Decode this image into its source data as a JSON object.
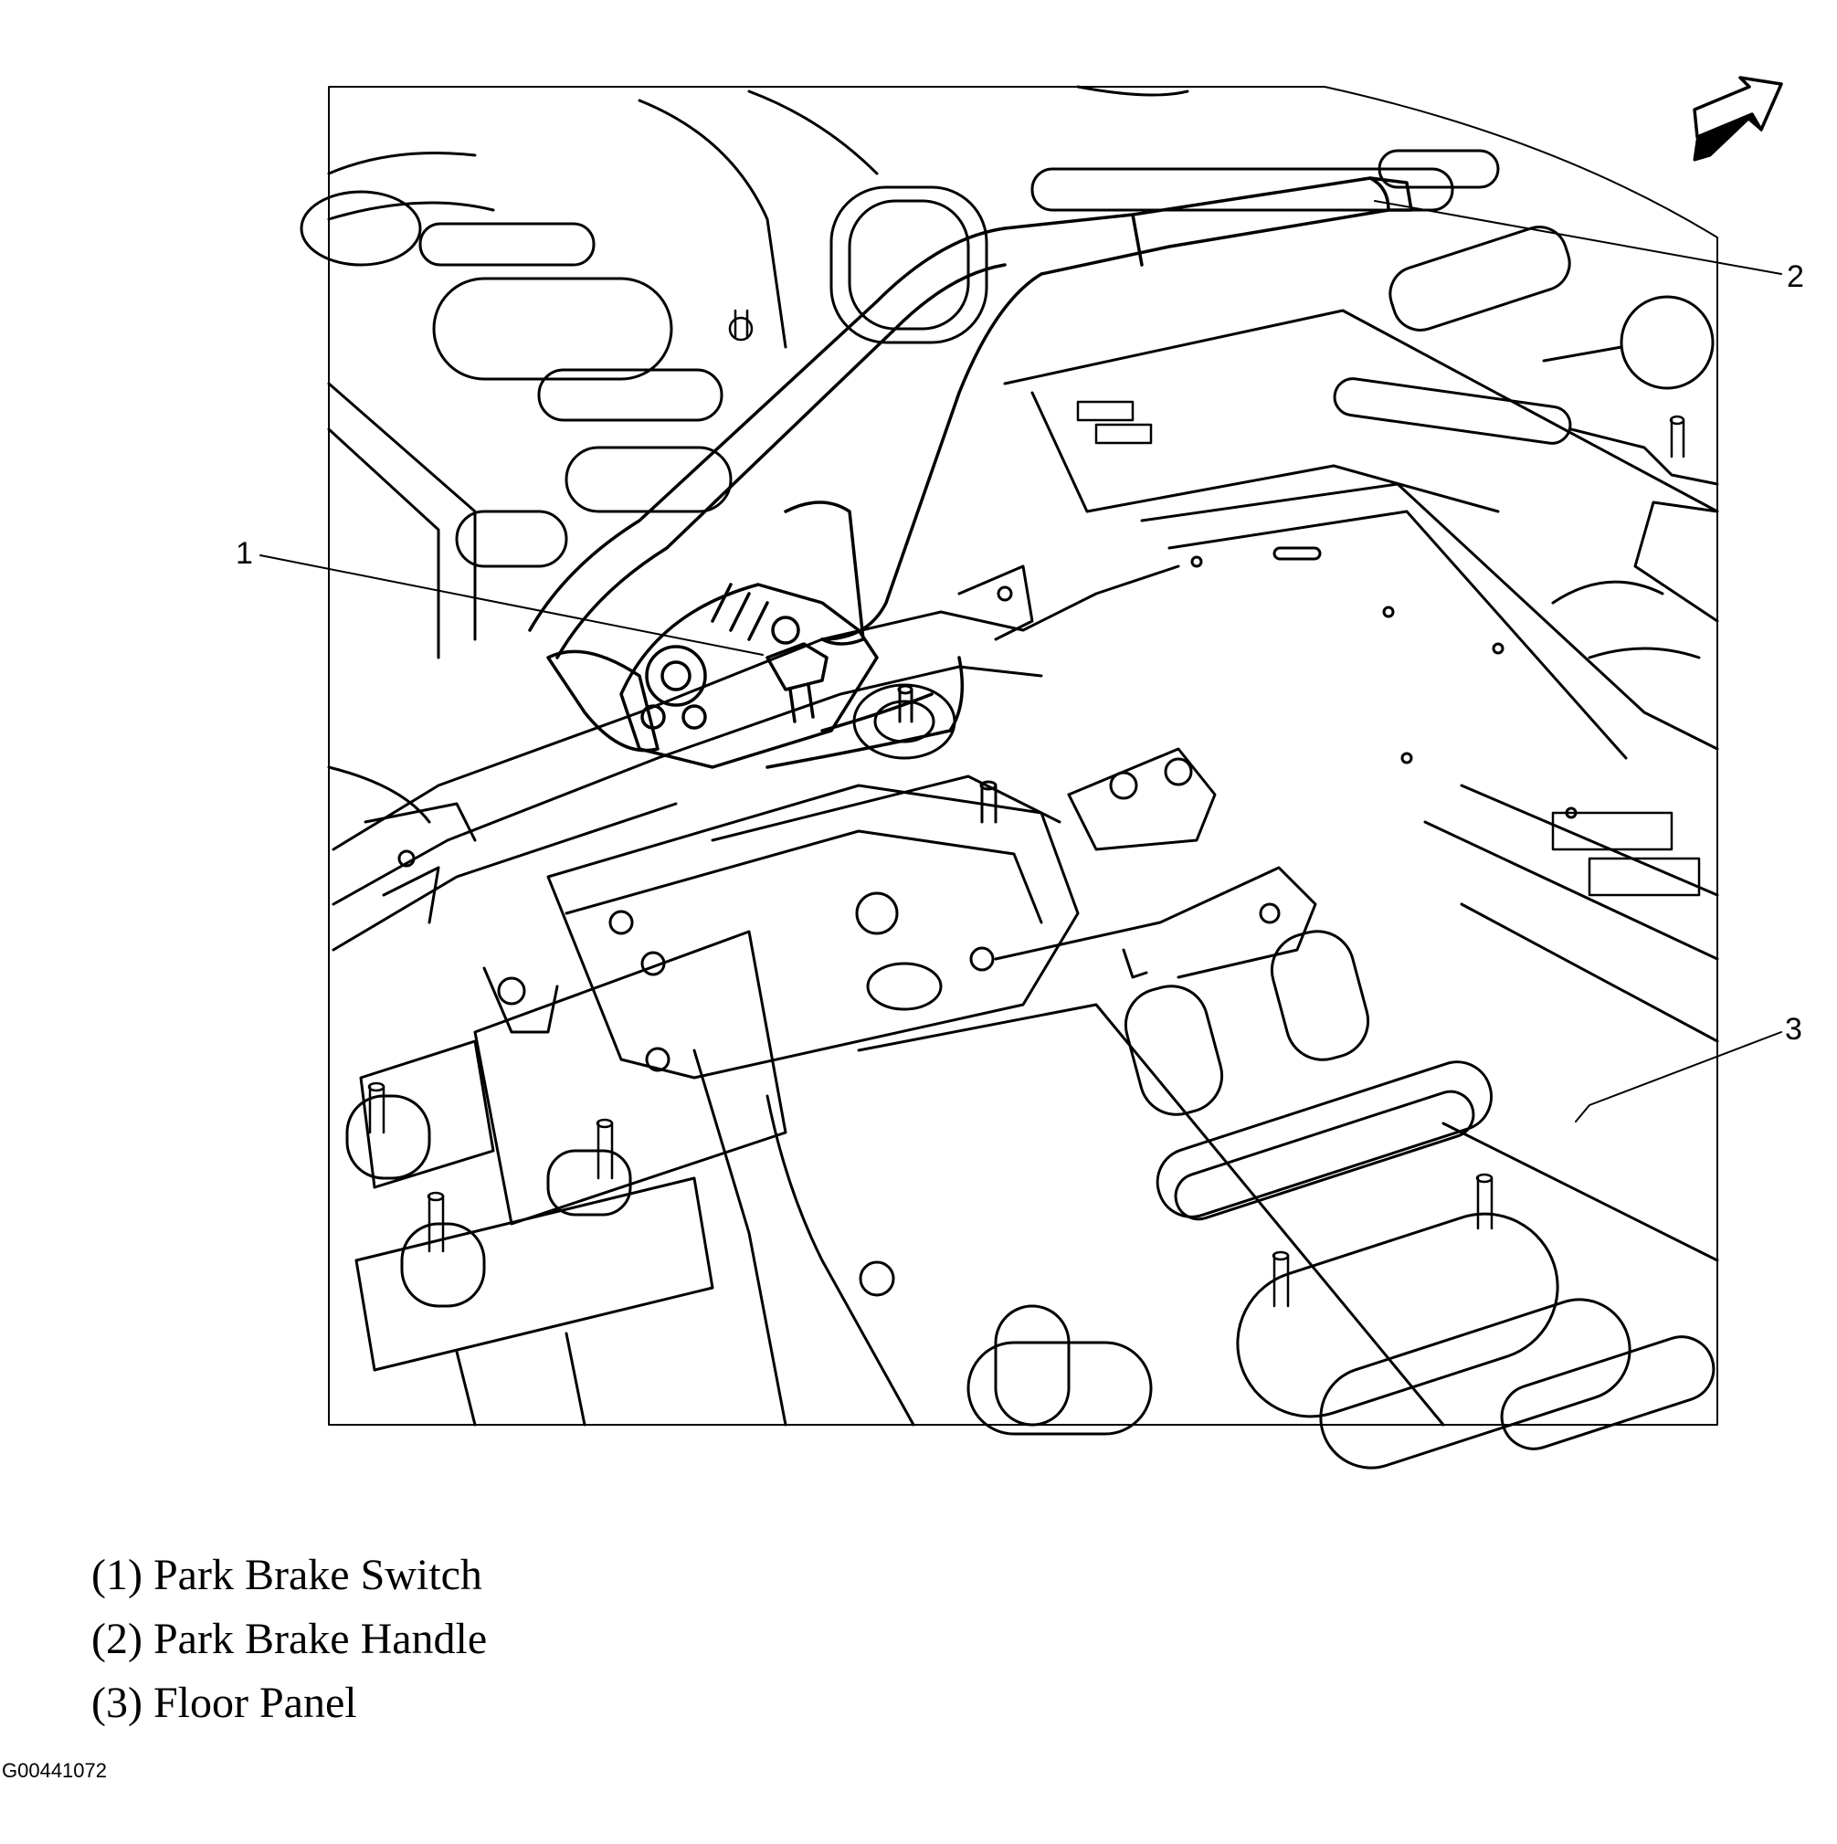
{
  "callouts": [
    {
      "num": "1",
      "label": "Park Brake Switch"
    },
    {
      "num": "2",
      "label": "Park Brake Handle"
    },
    {
      "num": "3",
      "label": "Floor Panel"
    }
  ],
  "legend": [
    "(1) Park Brake Switch",
    "(2) Park Brake Handle",
    "(3) Floor Panel"
  ],
  "figure_id": "G00441072",
  "arrow_icon": "direction-arrow-icon"
}
